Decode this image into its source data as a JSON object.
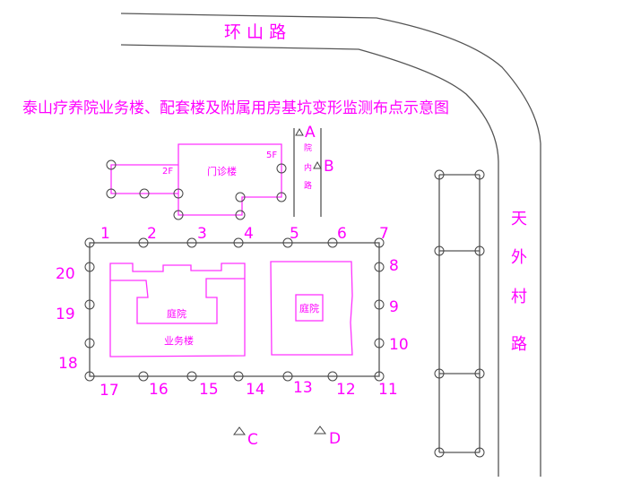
{
  "title": "泰山疗养院业务楼、配套楼及附属用房基坑变形监测布点示意图",
  "roads": {
    "north": "环 山 路",
    "east": [
      "天",
      "外",
      "村",
      "路"
    ],
    "inner": [
      "院",
      "内",
      "路"
    ]
  },
  "buildings": {
    "clinic": "门诊楼",
    "floors_2": "2F",
    "floors_5": "5F",
    "business": "业务楼",
    "courtyard_1": "庭院",
    "courtyard_2": "庭院"
  },
  "benchmarks": [
    "A",
    "B",
    "C",
    "D"
  ],
  "points": [
    "1",
    "2",
    "3",
    "4",
    "5",
    "6",
    "7",
    "8",
    "9",
    "10",
    "11",
    "12",
    "13",
    "14",
    "15",
    "16",
    "17",
    "18",
    "19",
    "20"
  ],
  "colors": {
    "annotation": "#ff00ff",
    "line": "#555555"
  }
}
